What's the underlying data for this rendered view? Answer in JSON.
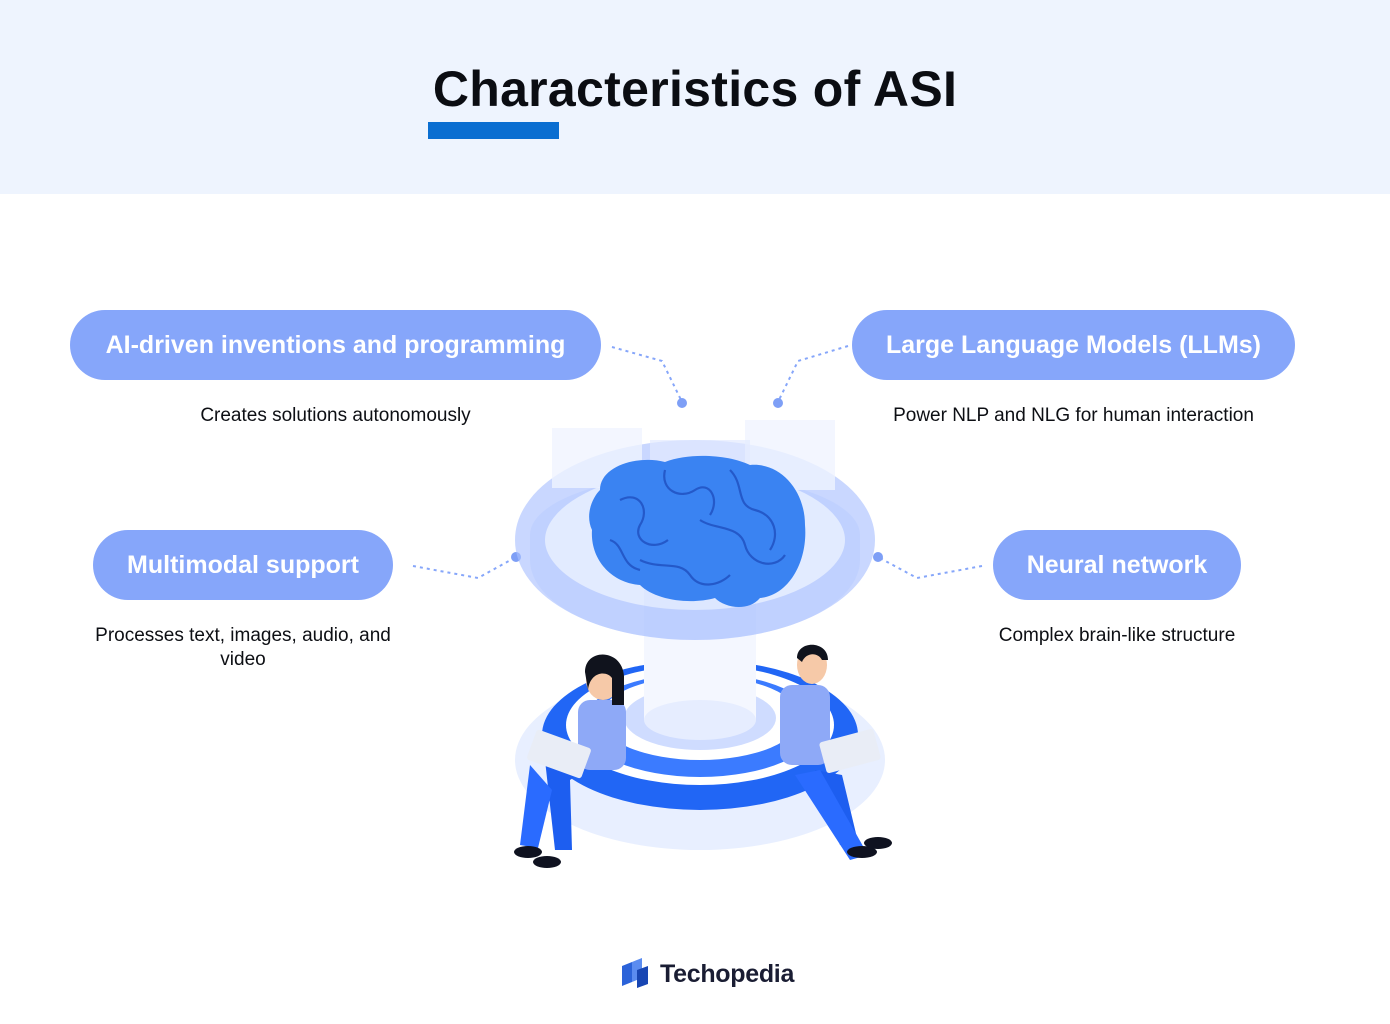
{
  "title": "Characteristics of ASI",
  "features": [
    {
      "label": "AI-driven inventions and programming",
      "description": "Creates solutions autonomously"
    },
    {
      "label": "Large Language Models (LLMs)",
      "description": "Power NLP and NLG for human interaction"
    },
    {
      "label": "Multimodal support",
      "description": "Processes text, images, audio, and video"
    },
    {
      "label": "Neural network",
      "description": "Complex brain-like structure"
    }
  ],
  "brand": {
    "name": "Techopedia",
    "icon": "techopedia-logo-icon"
  },
  "colors": {
    "header_bg": "#eef4fe",
    "accent": "#0a6ed1",
    "pill": "#86a6fa",
    "brain": "#3b82f6",
    "ring": "#1e5ff5"
  }
}
